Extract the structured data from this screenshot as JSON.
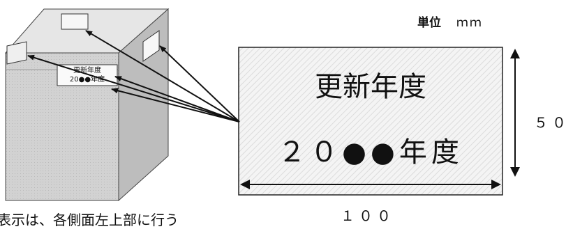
{
  "unit": {
    "label": "単位",
    "value": "ｍｍ"
  },
  "box_label": {
    "line1": "更新年度",
    "line2": "20●●年度"
  },
  "label_enlarged": {
    "line1": "更新年度",
    "line2": "２０●●年度"
  },
  "dimensions": {
    "width": "１００",
    "height": "５０"
  },
  "note": "表示は、各側面左上部に行う"
}
